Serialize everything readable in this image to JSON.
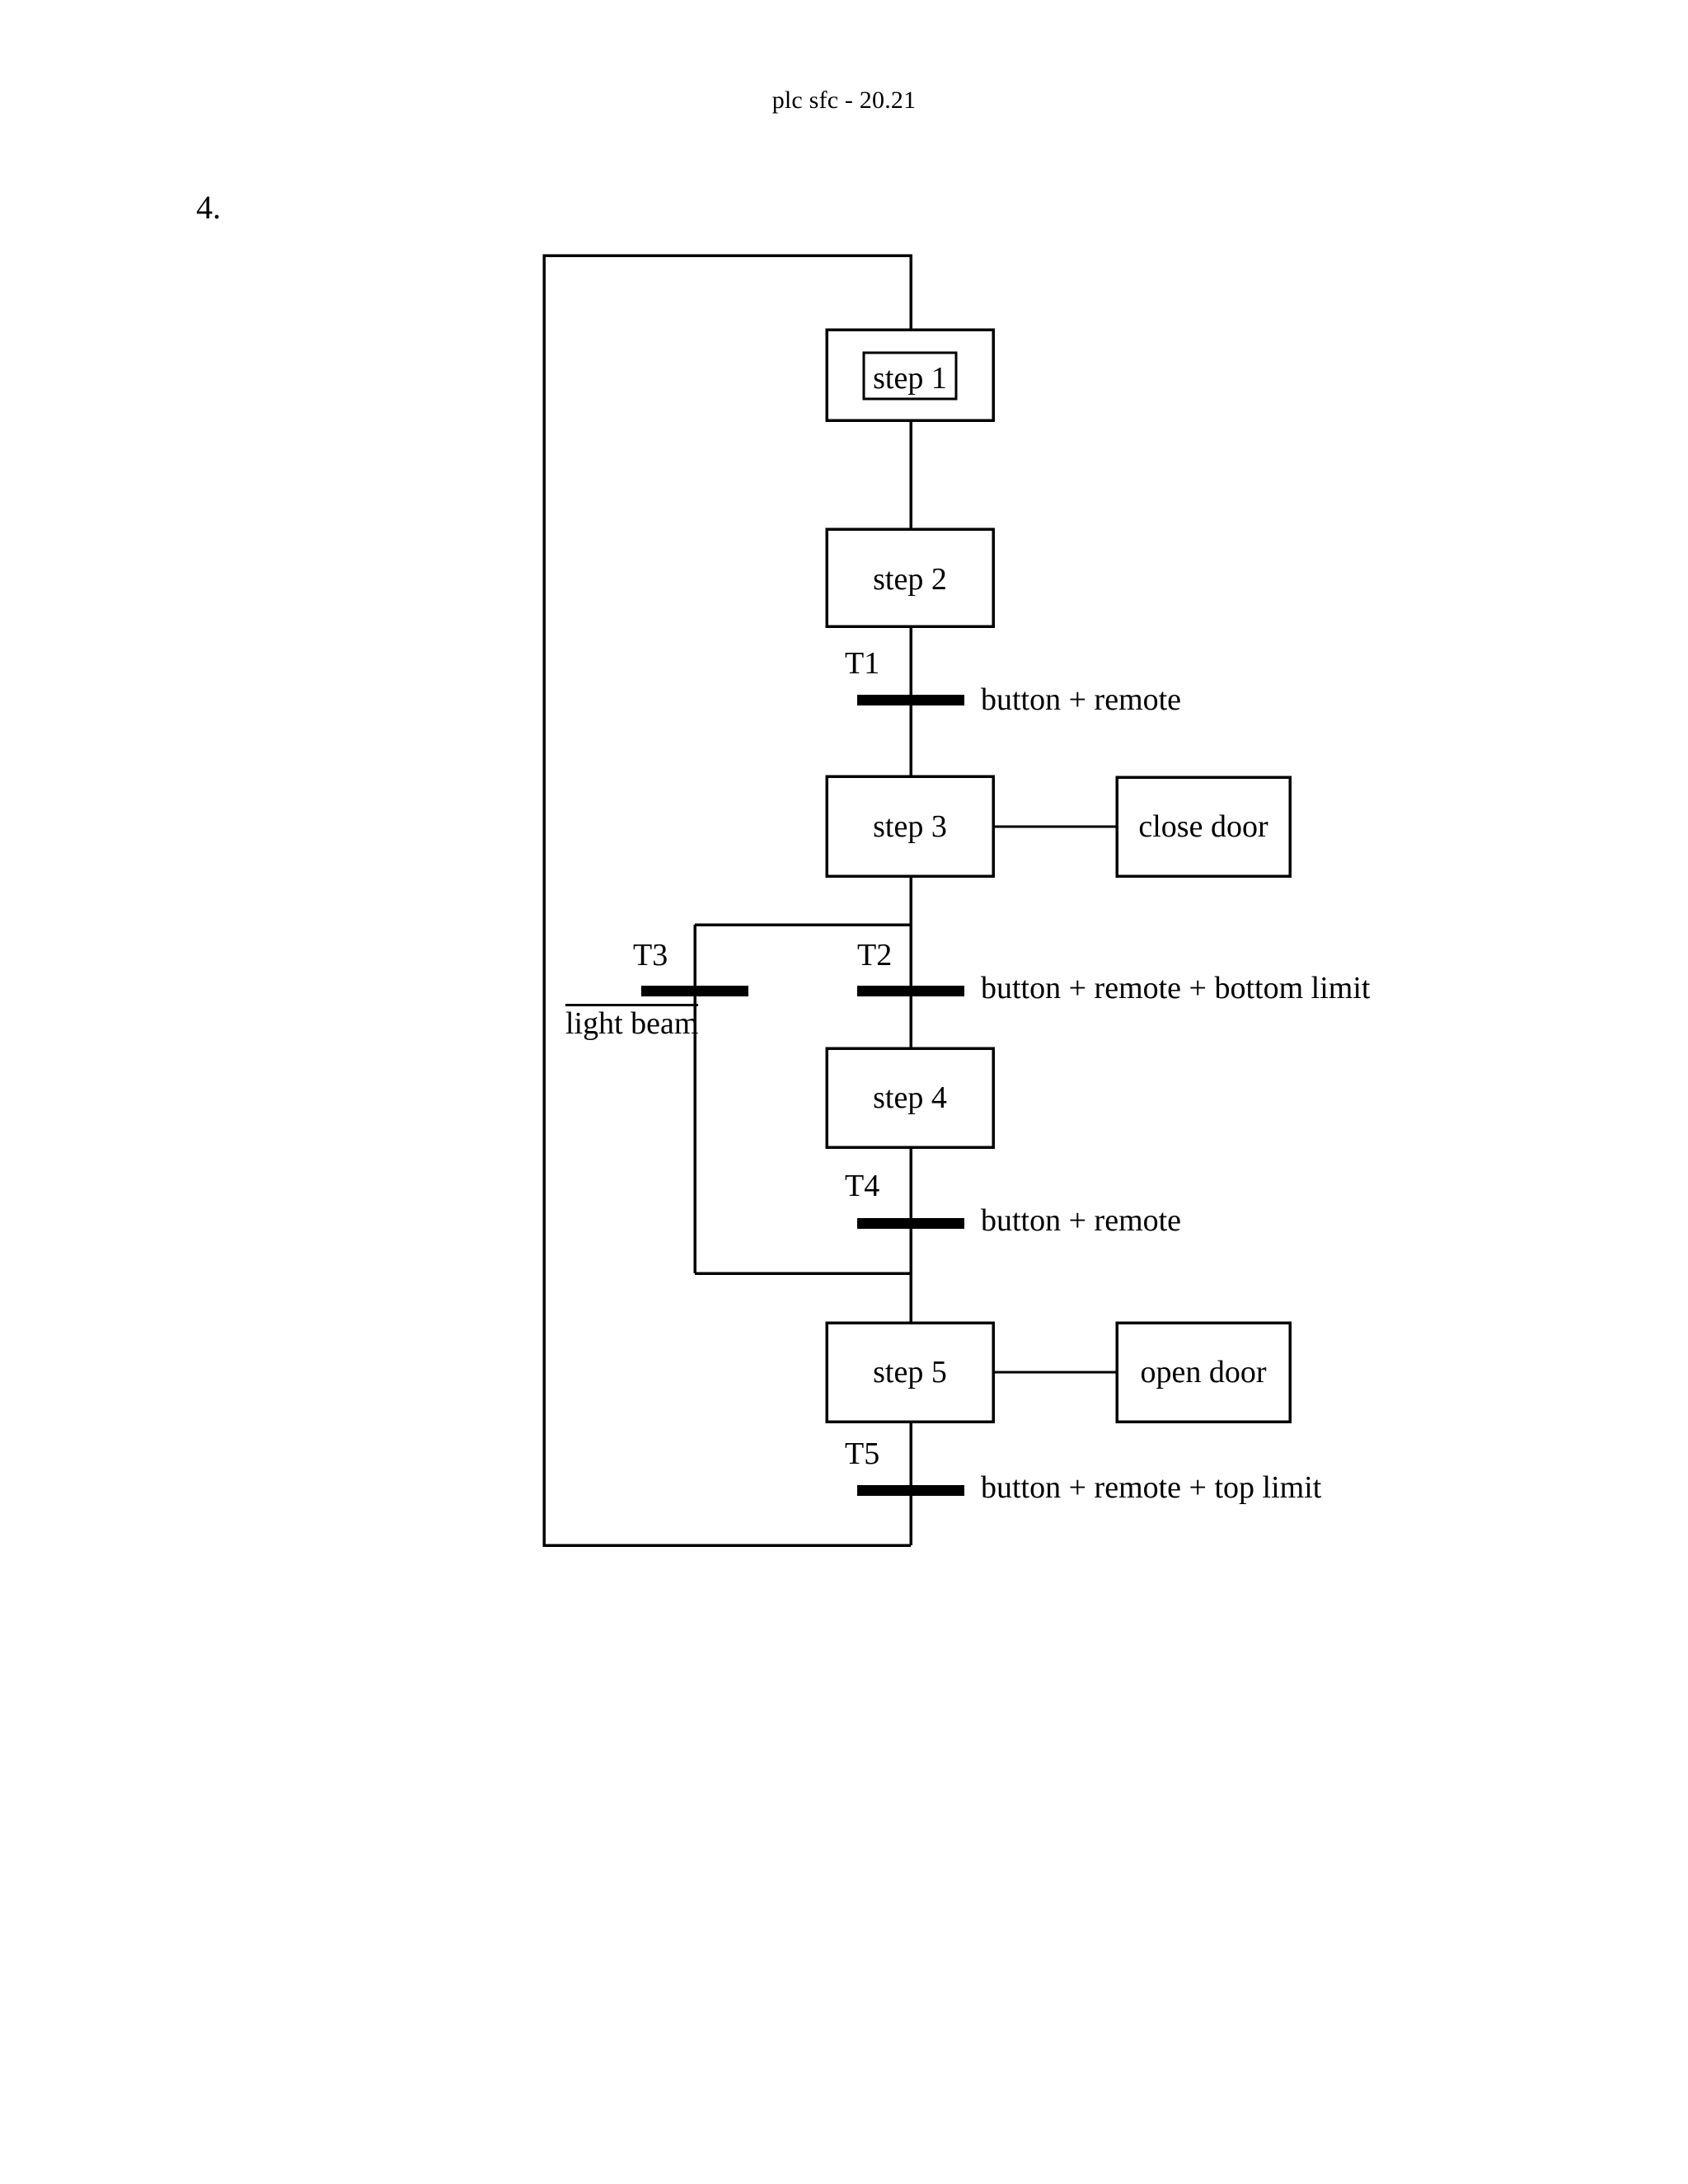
{
  "document": {
    "header_title": "plc sfc - 20.21",
    "problem_number": "4."
  },
  "diagram": {
    "type": "sfc-sequential-function-chart",
    "steps": [
      {
        "id": "step1",
        "label": "step 1",
        "initial": true
      },
      {
        "id": "step2",
        "label": "step 2",
        "initial": false
      },
      {
        "id": "step3",
        "label": "step 3",
        "initial": false
      },
      {
        "id": "step4",
        "label": "step 4",
        "initial": false
      },
      {
        "id": "step5",
        "label": "step 5",
        "initial": false
      }
    ],
    "actions": [
      {
        "id": "action_close_door",
        "label": "close door",
        "attached_to": "step3"
      },
      {
        "id": "action_open_door",
        "label": "open door",
        "attached_to": "step5"
      }
    ],
    "transitions": [
      {
        "id": "T1",
        "name": "T1",
        "condition": "button + remote",
        "negated": false,
        "from": "step2",
        "to": "step3"
      },
      {
        "id": "T2",
        "name": "T2",
        "condition": "button + remote + bottom limit",
        "negated": false,
        "from": "step3",
        "to": "step4"
      },
      {
        "id": "T3",
        "name": "T3",
        "condition": "light beam",
        "negated": true,
        "from": "step3",
        "to": "step5"
      },
      {
        "id": "T4",
        "name": "T4",
        "condition": "button + remote",
        "negated": false,
        "from": "step4",
        "to": "step5"
      },
      {
        "id": "T5",
        "name": "T5",
        "condition": "button + remote + top limit",
        "negated": false,
        "from": "step5",
        "to": "step1"
      }
    ],
    "colors": {
      "line": "#000000",
      "bar": "#000000",
      "background": "#ffffff"
    }
  }
}
